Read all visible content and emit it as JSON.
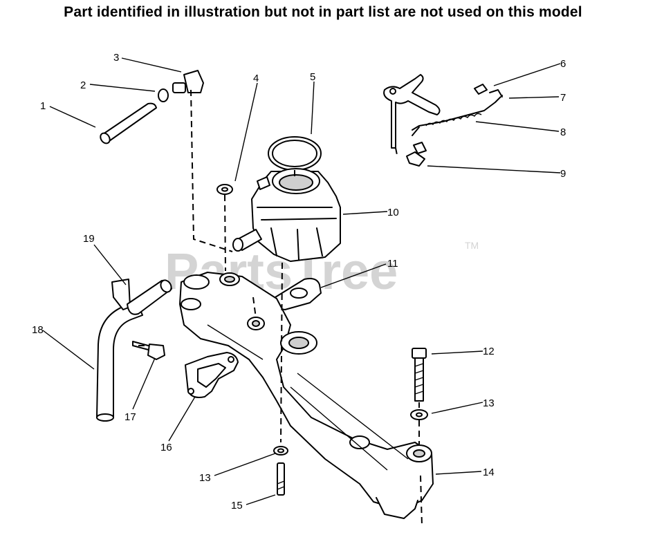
{
  "header": {
    "note": "Part identified in illustration but not in part list are not used on this model"
  },
  "watermark": {
    "text": "PartsTree",
    "trademark": "TM"
  },
  "callouts": [
    "1",
    "2",
    "3",
    "4",
    "5",
    "6",
    "7",
    "8",
    "9",
    "10",
    "11",
    "12",
    "13",
    "13",
    "14",
    "15",
    "16",
    "17",
    "18",
    "19"
  ]
}
